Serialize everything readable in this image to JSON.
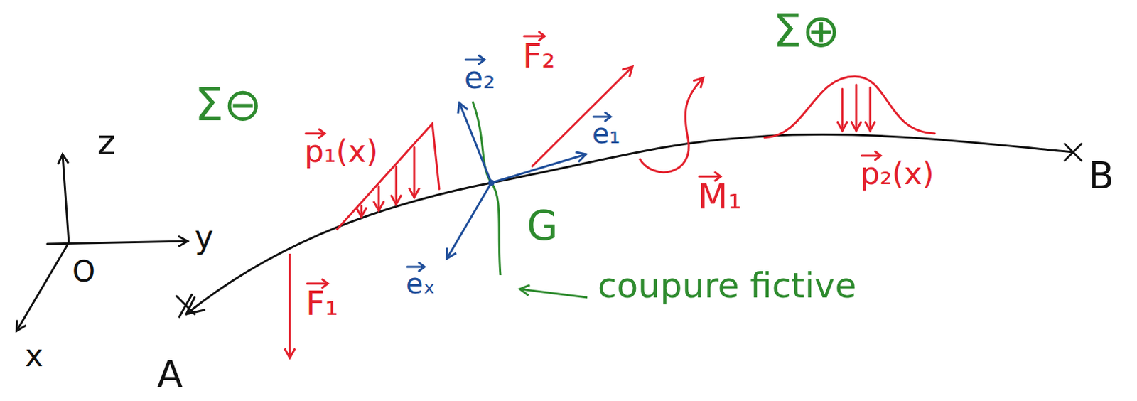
{
  "diagram": {
    "labels": [
      "z",
      "y",
      "x",
      "O",
      "A",
      "B",
      "Σ⊖",
      "Σ⊕",
      "p₁(x)",
      "F₁",
      "e₂",
      "F₂",
      "e₁",
      "eₓ",
      "G",
      "coupure fictive",
      "M₁",
      "p₂(x)"
    ]
  }
}
